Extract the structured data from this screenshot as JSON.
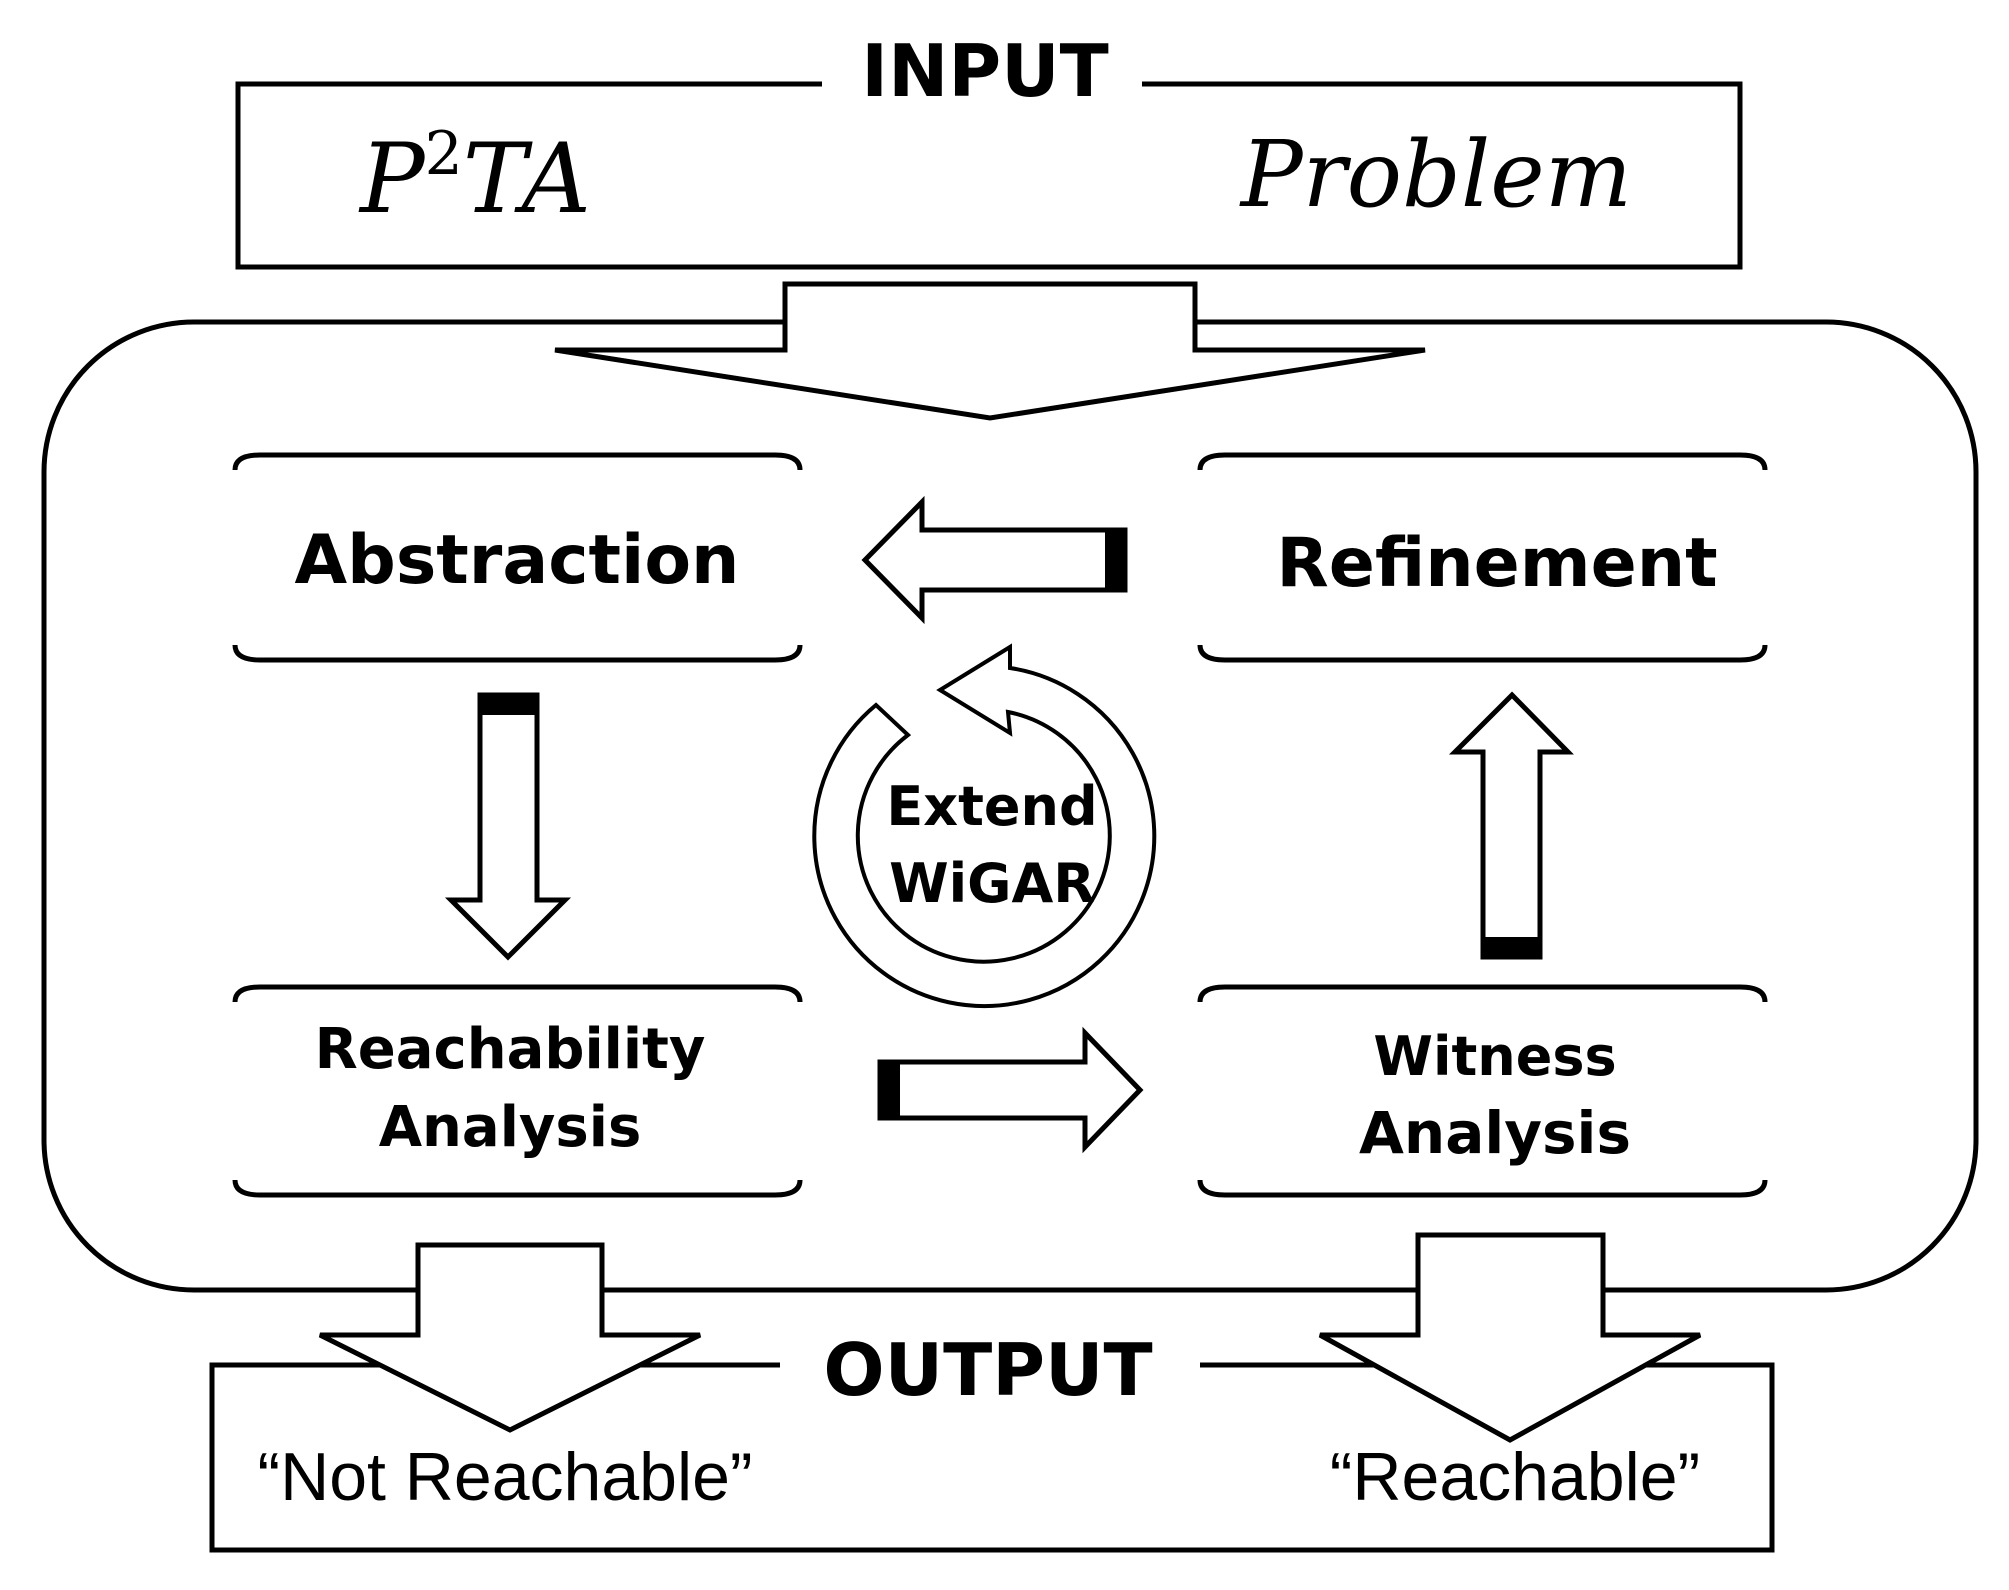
{
  "input": {
    "label": "INPUT",
    "left_base": "P",
    "left_sup": "2",
    "left_rest": "TA",
    "right_text": "Problem"
  },
  "stages": {
    "abstraction": "Abstraction",
    "refinement": "Refinement",
    "reachability_line1": "Reachability",
    "reachability_line2": "Analysis",
    "witness_line1": "Witness",
    "witness_line2": "Analysis"
  },
  "cycle": {
    "line1": "Extend",
    "line2": "WiGAR"
  },
  "output": {
    "label": "OUTPUT",
    "left_result": "“Not Reachable”",
    "right_result": "“Reachable”"
  },
  "colors": {
    "stroke": "#000000",
    "background": "#ffffff"
  }
}
